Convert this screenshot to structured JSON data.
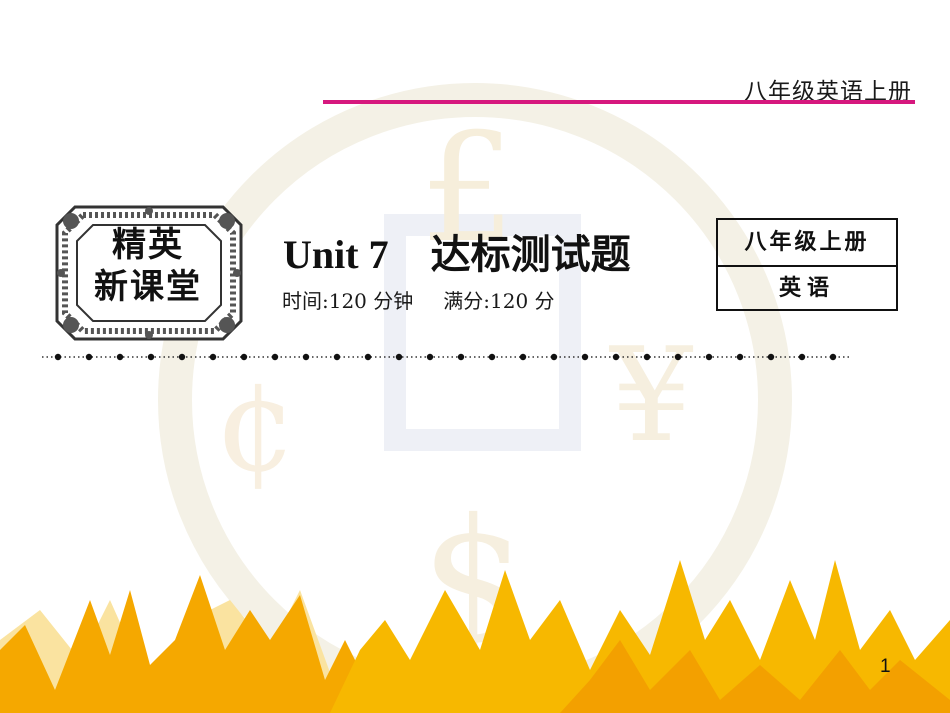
{
  "header": {
    "book_title": "八年级英语上册"
  },
  "badge": {
    "line1": "精英",
    "line2": "新课堂"
  },
  "unit": {
    "number": "Unit 7",
    "topic": "达标测试题"
  },
  "meta": {
    "time": "时间:120 分钟",
    "score": "满分:120 分"
  },
  "grade_box": {
    "grade": "八年级上册",
    "subject": "英语"
  },
  "page_number": "1",
  "colors": {
    "accent_rule": "#d6187e",
    "mountains": "#f5a800",
    "watermark": "#f3efe2"
  },
  "icons": {
    "badge_frame": "ornamental-frame-icon",
    "watermark": "currency-watermark-icon"
  }
}
